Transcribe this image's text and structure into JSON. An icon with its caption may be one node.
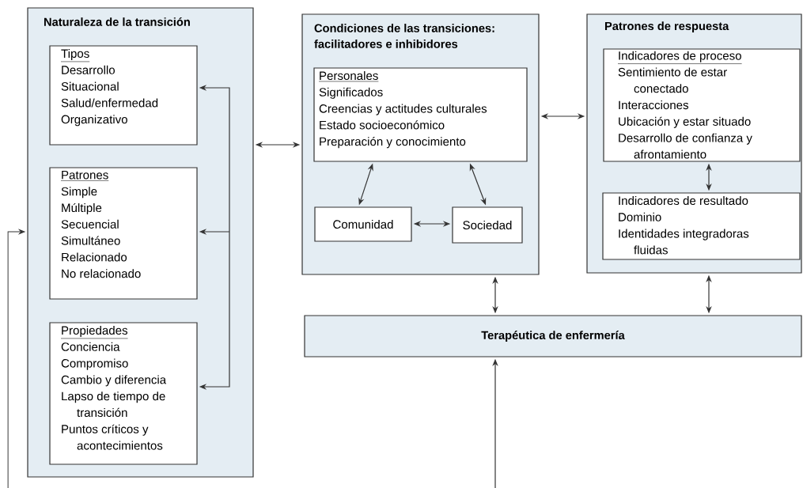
{
  "diagram": {
    "nodes": [
      {
        "text": [
          "Naturaleza de la transición"
        ]
      },
      {
        "text": [
          "Tipos",
          "Desarrollo",
          "Situacional",
          "Salud/enfermedad",
          "Organizativo"
        ],
        "in": 0
      },
      {
        "text": [
          "Patrones",
          "Simple",
          "Múltiple",
          "Secuencial",
          "Simultáneo",
          "Relacionado",
          "No relacionado"
        ],
        "in": 0
      },
      {
        "text": [
          "Propiedades",
          "Conciencia",
          "Compromiso",
          "Cambio y diferencia",
          "Lapso de tiempo de transición",
          "Puntos críticos y acontecimientos"
        ],
        "in": 0
      },
      {
        "text": [
          "Condiciones de las transiciones: facilitadores e inhibidores"
        ]
      },
      {
        "text": [
          "Personales",
          "Significados",
          "Creencias y actitudes culturales",
          "Estado socioeconómico",
          "Preparación y conocimiento"
        ],
        "in": 4
      },
      {
        "text": [
          "Comunidad"
        ],
        "in": 4
      },
      {
        "text": [
          "Sociedad"
        ],
        "in": 4
      },
      {
        "text": [
          "Patrones de respuesta"
        ]
      },
      {
        "text": [
          "Indicadores de proceso",
          "Sentimiento de estar conectado",
          "Interacciones",
          "Ubicación y estar situado",
          "Desarrollo de confianza y afrontamiento"
        ],
        "in": 8
      },
      {
        "text": [
          "Indicadores de resultado",
          "Dominio",
          "Identidades integradoras fluidas"
        ],
        "in": 8
      },
      {
        "text": [
          "Terapéutica de enfermería"
        ]
      }
    ],
    "edges": [
      {
        "from": null,
        "to": 1,
        "arrow": "to"
      },
      {
        "from": null,
        "to": 2,
        "arrow": "to"
      },
      {
        "from": null,
        "to": 3,
        "arrow": "to"
      },
      {
        "from": 0,
        "to": 4,
        "arrow": "both"
      },
      {
        "from": 4,
        "to": 8,
        "arrow": "both"
      },
      {
        "from": 5,
        "to": 6,
        "arrow": "both"
      },
      {
        "from": 5,
        "to": 7,
        "arrow": "both"
      },
      {
        "from": 6,
        "to": 7,
        "arrow": "both"
      },
      {
        "from": 9,
        "to": 10,
        "arrow": "both"
      },
      {
        "from": 4,
        "to": 11,
        "arrow": "both"
      },
      {
        "from": 8,
        "to": 11,
        "arrow": "both"
      },
      {
        "from": null,
        "to": 0,
        "arrow": "to"
      },
      {
        "from": null,
        "to": 11,
        "arrow": "to"
      }
    ]
  }
}
